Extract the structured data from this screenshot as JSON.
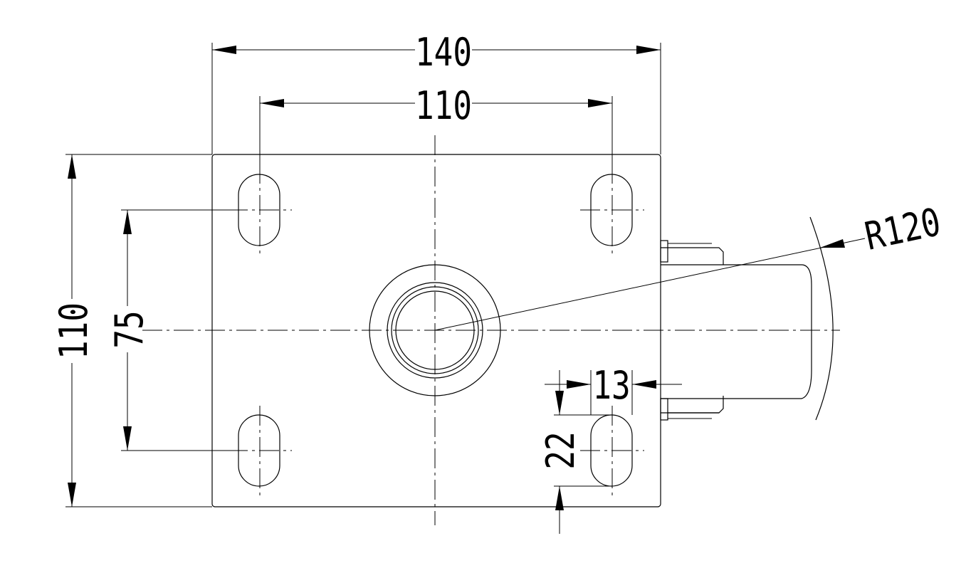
{
  "dimensions": {
    "overall_width": "140",
    "hole_spacing_x": "110",
    "overall_height": "110",
    "hole_spacing_y": "75",
    "slot_width": "13",
    "slot_length": "22",
    "swivel_radius": "R120"
  },
  "colors": {
    "line": "#000000",
    "background": "#ffffff"
  }
}
